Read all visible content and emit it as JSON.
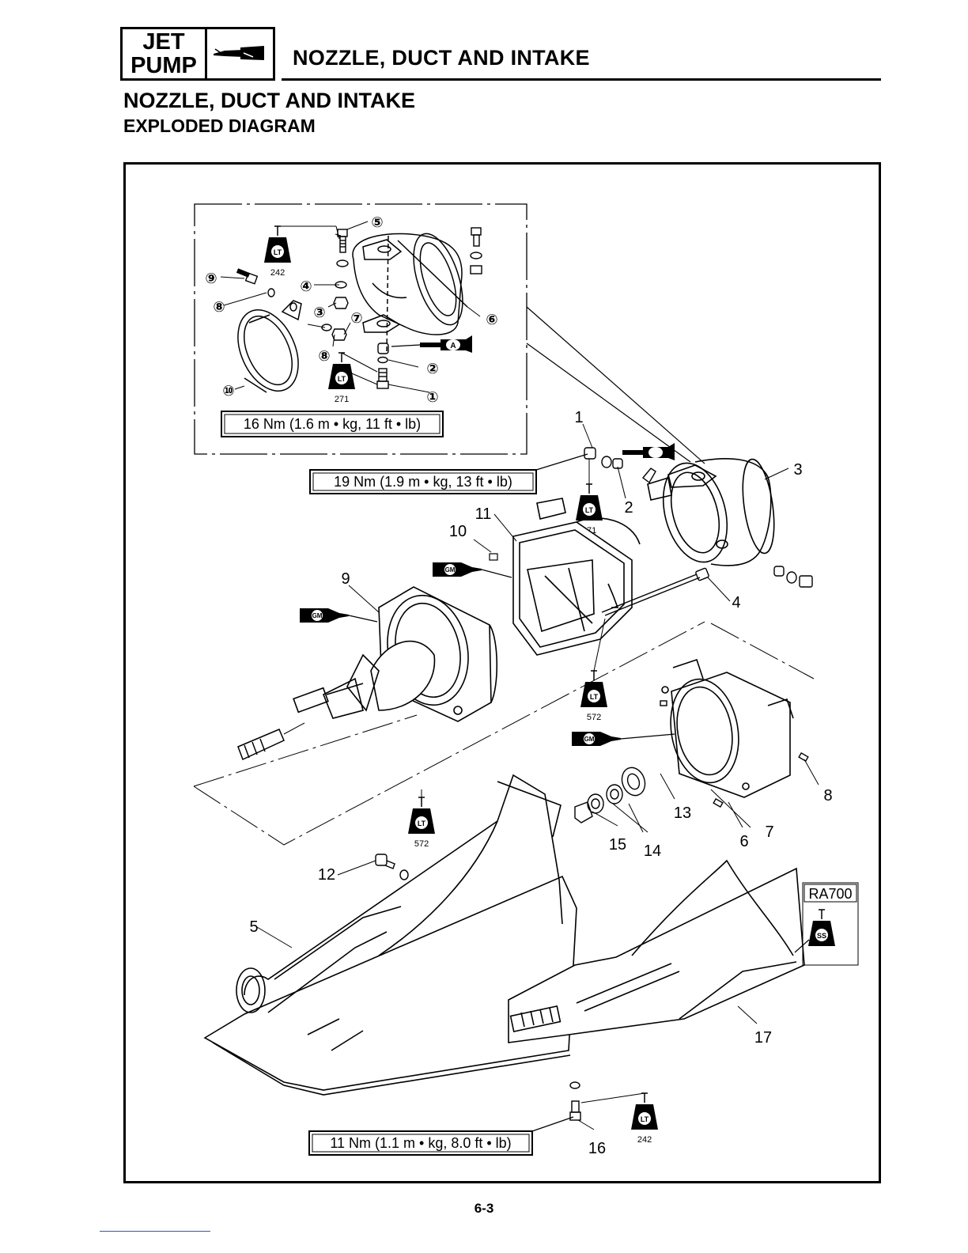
{
  "header": {
    "section_line1": "JET",
    "section_line2": "PUMP",
    "title": "NOZZLE, DUCT AND INTAKE",
    "icon": "jet-pump-icon"
  },
  "page": {
    "title": "NOZZLE, DUCT AND INTAKE",
    "subtitle": "EXPLODED DIAGRAM",
    "number": "6-3"
  },
  "torque_specs": {
    "detail": "16 Nm (1.6 m • kg, 11 ft • lb)",
    "nozzle": "19 Nm (1.9 m • kg, 13 ft • lb)",
    "intake": "11 Nm (1.1 m • kg, 8.0 ft • lb)"
  },
  "symbols": {
    "lt": "LT",
    "gm": "GM",
    "ss": "SS",
    "a": "A",
    "lt_242": "242",
    "lt_271": "271",
    "lt_572": "572"
  },
  "model_label": "RA700",
  "detail_callouts": [
    "①",
    "②",
    "③",
    "④",
    "⑤",
    "⑥",
    "⑦",
    "⑧",
    "⑧",
    "⑨",
    "⑩"
  ],
  "part_numbers": [
    "1",
    "2",
    "3",
    "4",
    "5",
    "6",
    "7",
    "8",
    "9",
    "10",
    "11",
    "12",
    "13",
    "14",
    "15",
    "16",
    "17"
  ]
}
